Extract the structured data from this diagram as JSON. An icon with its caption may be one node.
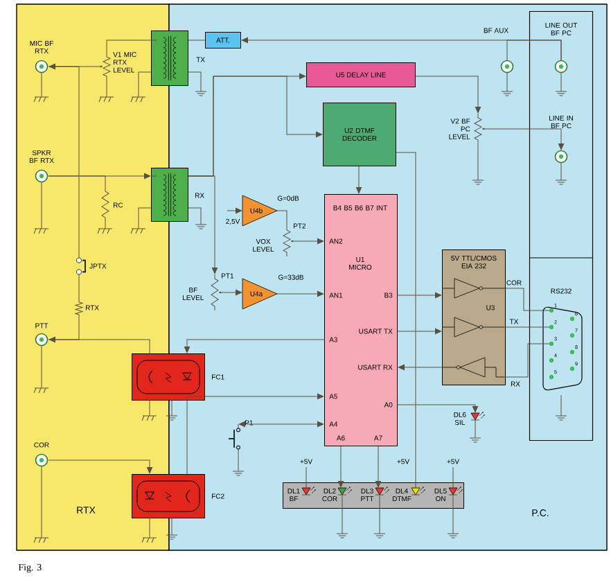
{
  "diagram": {
    "caption": "Fig. 3",
    "nodes": [
      {
        "text": [
          "RTX"
        ]
      },
      {
        "text": [
          "P.C."
        ]
      },
      {
        "text": [
          "MIC BF RTX"
        ],
        "in": 0
      },
      {
        "text": [
          "V1 MIC RTX LEVEL"
        ],
        "in": 0
      },
      {
        "text": [],
        "shape": "box",
        "beside": [
          "TX"
        ]
      },
      {
        "text": [
          "ATT."
        ],
        "in": 1
      },
      {
        "text": [
          "SPKR BF RTX"
        ],
        "in": 0
      },
      {
        "text": [
          "RC"
        ],
        "in": 0
      },
      {
        "text": [],
        "shape": "box",
        "beside": [
          "RX"
        ]
      },
      {
        "text": [
          "U5 DELAY LINE"
        ],
        "in": 1
      },
      {
        "text": [
          "U2 DTMF DECODER"
        ],
        "in": 1
      },
      {
        "text": [
          "V2 BF PC LEVEL"
        ],
        "in": 1
      },
      {
        "text": [],
        "shape": "box",
        "in": 1
      },
      {
        "text": [
          "BF AUX"
        ],
        "in": 1
      },
      {
        "text": [
          "LINE OUT BF PC"
        ],
        "in": 12
      },
      {
        "text": [
          "LINE IN BF PC"
        ],
        "in": 12
      },
      {
        "text": [
          "U4b"
        ],
        "beside": [
          "G=0dB"
        ],
        "in": 1
      },
      {
        "text": [
          "PT2"
        ],
        "beside": [
          "VOX LEVEL"
        ],
        "in": 1
      },
      {
        "text": [
          "B4 B5 B6 B7 INT",
          "U1 MICRO",
          "AN2",
          "AN1",
          "A3",
          "A5",
          "A4",
          "B3",
          "USART TX",
          "USART RX",
          "A0",
          "A6",
          "A7"
        ],
        "in": 1
      },
      {
        "text": [
          "PT1"
        ],
        "beside": [
          "BF LEVEL"
        ],
        "in": 1
      },
      {
        "text": [
          "U4a"
        ],
        "beside": [
          "G=33dB"
        ],
        "in": 1
      },
      {
        "text": [
          "5V TTL/CMOS EIA 232",
          "U3"
        ],
        "in": 1
      },
      {
        "text": [
          "RS232",
          "1",
          "2",
          "3",
          "4",
          "5",
          "6",
          "7",
          "8",
          "9"
        ],
        "in": 12
      },
      {
        "text": [
          "JPTX"
        ],
        "in": 0
      },
      {
        "text": [
          "RTX"
        ],
        "in": 0
      },
      {
        "text": [
          "PTT"
        ],
        "in": 0
      },
      {
        "text": [],
        "shape": "box",
        "beside": [
          "FC1"
        ]
      },
      {
        "text": [
          "COR"
        ],
        "in": 0
      },
      {
        "text": [],
        "shape": "box",
        "beside": [
          "FC2"
        ]
      },
      {
        "text": [
          "P1"
        ],
        "in": 1
      },
      {
        "text": [
          "DL6 SIL"
        ],
        "in": 1
      },
      {
        "text": [],
        "shape": "box",
        "in": 1
      },
      {
        "text": [
          "DL1 BF"
        ],
        "in": 31
      },
      {
        "text": [
          "DL2 COR"
        ],
        "in": 31
      },
      {
        "text": [
          "DL3 PTT"
        ],
        "in": 31
      },
      {
        "text": [
          "DL4 DTMF"
        ],
        "in": 31
      },
      {
        "text": [
          "DL5 ON"
        ],
        "in": 31
      }
    ],
    "edges": [
      {
        "from": 3,
        "to": 2,
        "arrow": "to"
      },
      {
        "from": 3,
        "to": 4,
        "arrow": "none"
      },
      {
        "from": 4,
        "to": 5,
        "arrow": "none"
      },
      {
        "from": 14,
        "to": 5,
        "arrow": "to"
      },
      {
        "from": 13,
        "to": 14,
        "arrow": "none"
      },
      {
        "from": 6,
        "to": 8,
        "arrow": "to"
      },
      {
        "from": 7,
        "to": 6,
        "arrow": "none"
      },
      {
        "from": 8,
        "to": 9,
        "arrow": "to"
      },
      {
        "from": 8,
        "to": 10,
        "arrow": "to"
      },
      {
        "from": 8,
        "to": 19,
        "arrow": "to"
      },
      {
        "from": 9,
        "to": 11,
        "arrow": "to"
      },
      {
        "from": 11,
        "to": 15,
        "arrow": "to"
      },
      {
        "from": 10,
        "to": 18,
        "arrow": "to"
      },
      {
        "from": null,
        "to": 16,
        "arrow": "to",
        "label": "2,5V"
      },
      {
        "from": 16,
        "to": 17,
        "arrow": "none"
      },
      {
        "from": 17,
        "to": 18,
        "arrow": "to"
      },
      {
        "from": 19,
        "to": 20,
        "arrow": "to"
      },
      {
        "from": 20,
        "to": 18,
        "arrow": "to"
      },
      {
        "from": 18,
        "to": 26,
        "arrow": "to"
      },
      {
        "from": 26,
        "to": 25,
        "arrow": "to"
      },
      {
        "from": 24,
        "to": 25,
        "arrow": "none"
      },
      {
        "from": 23,
        "to": 24,
        "arrow": "none"
      },
      {
        "from": 2,
        "to": 23,
        "arrow": "none"
      },
      {
        "from": 27,
        "to": 28,
        "arrow": "to"
      },
      {
        "from": 28,
        "to": 18,
        "arrow": "to"
      },
      {
        "from": 29,
        "to": 18,
        "arrow": "both"
      },
      {
        "from": 18,
        "to": 21,
        "arrow": "to"
      },
      {
        "from": 18,
        "to": 21,
        "arrow": "to"
      },
      {
        "from": 21,
        "to": 18,
        "arrow": "to"
      },
      {
        "from": 21,
        "to": 22,
        "arrow": "none",
        "label": "COR"
      },
      {
        "from": 21,
        "to": 22,
        "arrow": "none",
        "label": "TX"
      },
      {
        "from": 21,
        "to": 22,
        "arrow": "none",
        "label": "RX"
      },
      {
        "from": 18,
        "to": 30,
        "arrow": "to"
      },
      {
        "from": 18,
        "to": 33,
        "arrow": "to"
      },
      {
        "from": 18,
        "to": 34,
        "arrow": "to"
      },
      {
        "from": 10,
        "to": 35,
        "arrow": "none"
      }
    ],
    "labels": [
      "+5V",
      "+5V",
      "+5V"
    ]
  }
}
